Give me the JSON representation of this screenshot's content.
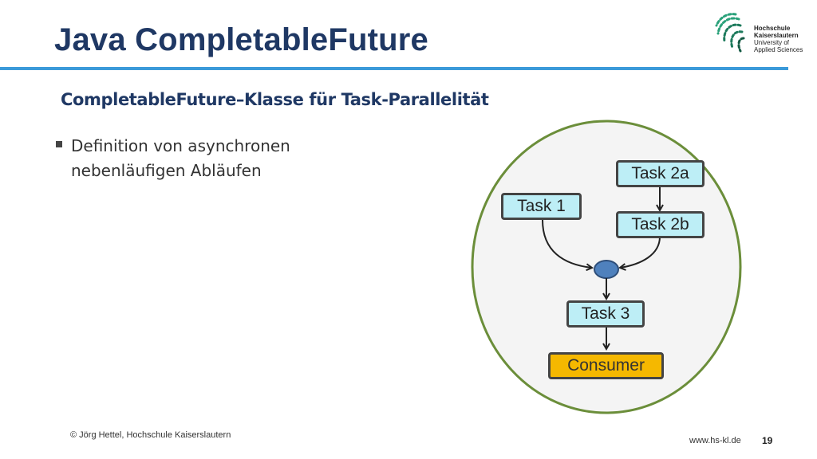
{
  "slide": {
    "title": "Java CompletableFuture",
    "subtitle": "CompletableFuture–Klasse für Task-Parallelität",
    "bullets": [
      {
        "text": "Definition von asynchronen nebenläufigen Abläufen"
      }
    ]
  },
  "logo": {
    "name_line1": "Hochschule",
    "name_line2": "Kaiserslautern",
    "tagline1": "University of",
    "tagline2": "Applied Sciences"
  },
  "diagram": {
    "nodes": {
      "task1": "Task 1",
      "task2a": "Task 2a",
      "task2b": "Task 2b",
      "task3": "Task 3",
      "consumer": "Consumer"
    },
    "colors": {
      "task_fill": "#bdeef6",
      "consumer_fill": "#f5b800",
      "join_fill": "#4f81bd",
      "circle_border": "#6b8e3a",
      "circle_fill": "#f4f4f4"
    }
  },
  "footer": {
    "copyright": "© Jörg Hettel, Hochschule Kaiserslautern",
    "url": "www.hs-kl.de",
    "page": "19"
  }
}
